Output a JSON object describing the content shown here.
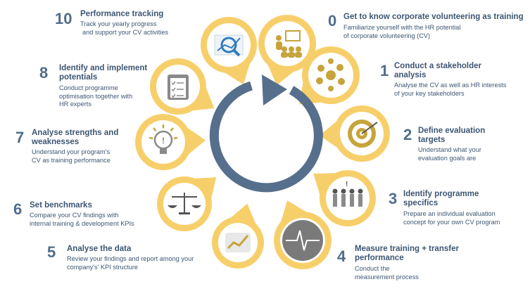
{
  "colors": {
    "accent_yellow": "#f7cf6a",
    "cycle_blue": "#566f8c",
    "text_blue": "#3d5673",
    "number_blue": "#4f6d8a",
    "icon_bg": "#ffffff"
  },
  "steps": [
    {
      "number": "0",
      "title_lines": [
        "Get to know corporate volunteering as training"
      ],
      "desc_lines": [
        "Familiarize yourself with the HR potential",
        "of corporate volunteering (CV)"
      ],
      "icon": "presentation-icon"
    },
    {
      "number": "1",
      "title_lines": [
        "Conduct a stakeholder",
        "analysis"
      ],
      "desc_lines": [
        "Analyse the CV as well as HR interests",
        "of your key stakeholders"
      ],
      "icon": "people-network-icon"
    },
    {
      "number": "2",
      "title_lines": [
        "Define evaluation",
        "targets"
      ],
      "desc_lines": [
        "Understand what your",
        "evaluation goals are"
      ],
      "icon": "target-icon"
    },
    {
      "number": "3",
      "title_lines": [
        "Identify programme",
        "specifics"
      ],
      "desc_lines": [
        "Prepare an individual evaluation",
        "concept for your own CV program"
      ],
      "icon": "people-figures-icon"
    },
    {
      "number": "4",
      "title_lines": [
        "Measure training + transfer",
        "performance"
      ],
      "desc_lines": [
        "Conduct the",
        "measurement process"
      ],
      "icon": "heartbeat-monitor-icon"
    },
    {
      "number": "5",
      "title_lines": [
        "Analyse the data"
      ],
      "desc_lines": [
        "Review your findings and report among your",
        "company's' KPI structure"
      ],
      "icon": "line-chart-icon"
    },
    {
      "number": "6",
      "title_lines": [
        "Set benchmarks"
      ],
      "desc_lines": [
        "Compare your CV findings with",
        "internal training & development KPIs"
      ],
      "icon": "balance-scale-icon"
    },
    {
      "number": "7",
      "title_lines": [
        "Analyse strengths and",
        "weaknesses"
      ],
      "desc_lines": [
        "Understand your program's",
        "CV as training performance"
      ],
      "icon": "lightbulb-icon"
    },
    {
      "number": "8",
      "title_lines": [
        "Identify and implement",
        "potentials"
      ],
      "desc_lines": [
        "Conduct  programme",
        "optimisation together with",
        "HR experts"
      ],
      "icon": "checklist-clipboard-icon"
    },
    {
      "number": "10",
      "title_lines": [
        "Performance tracking"
      ],
      "desc_lines": [
        "Track your yearly progress",
        "and support your CV activities"
      ],
      "icon": "magnifier-chart-icon"
    }
  ]
}
